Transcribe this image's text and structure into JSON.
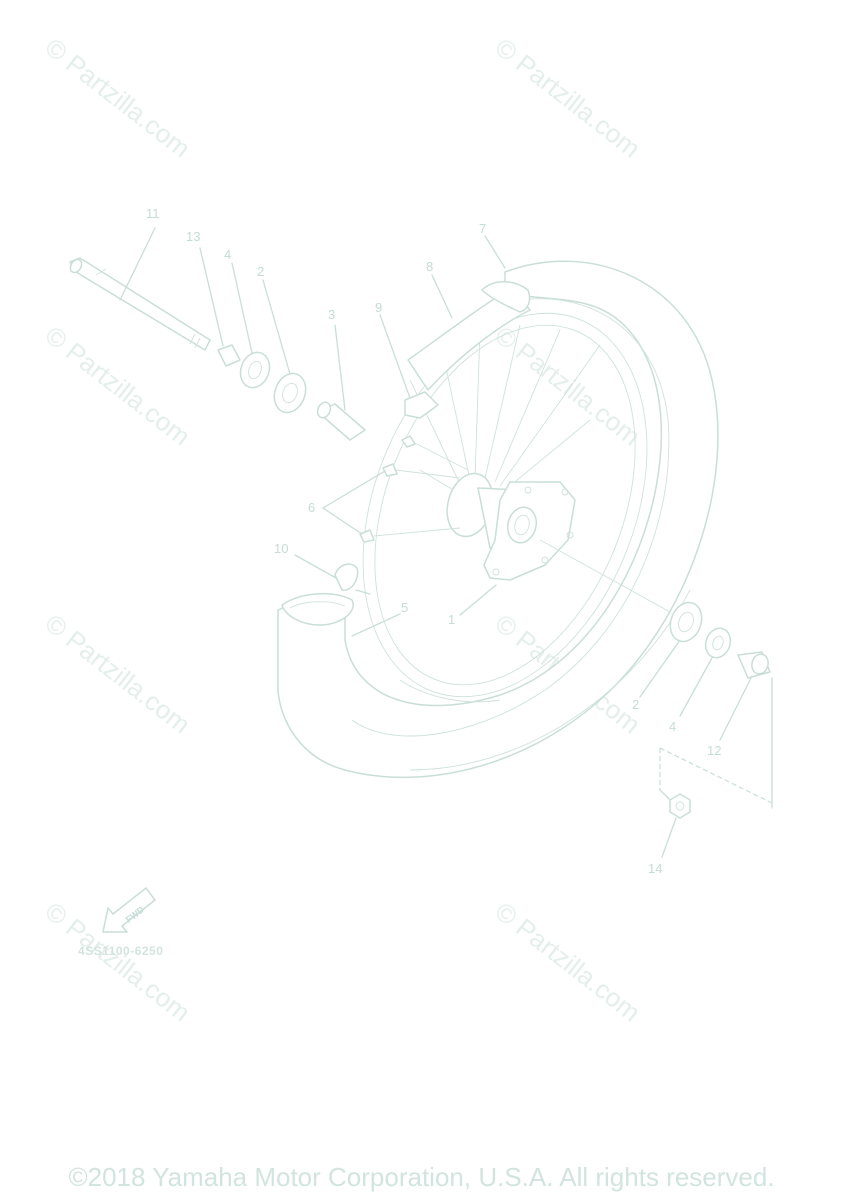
{
  "watermark_text": "© Partzilla.com",
  "diagram_code": "4SS1100-6250",
  "copyright": "©2018 Yamaha Motor Corporation, U.S.A. All rights reserved.",
  "direction_arrow_label": "FWD",
  "callouts": {
    "c1": "1",
    "c2a": "2",
    "c2b": "2",
    "c3": "3",
    "c4a": "4",
    "c4b": "4",
    "c5": "5",
    "c6": "6",
    "c7": "7",
    "c8": "8",
    "c9": "9",
    "c10": "10",
    "c11": "11",
    "c12": "12",
    "c13": "13",
    "c14": "14"
  },
  "colors": {
    "line": "#c9ded8",
    "text": "#c5dcd6",
    "watermark": "#e4efec"
  }
}
